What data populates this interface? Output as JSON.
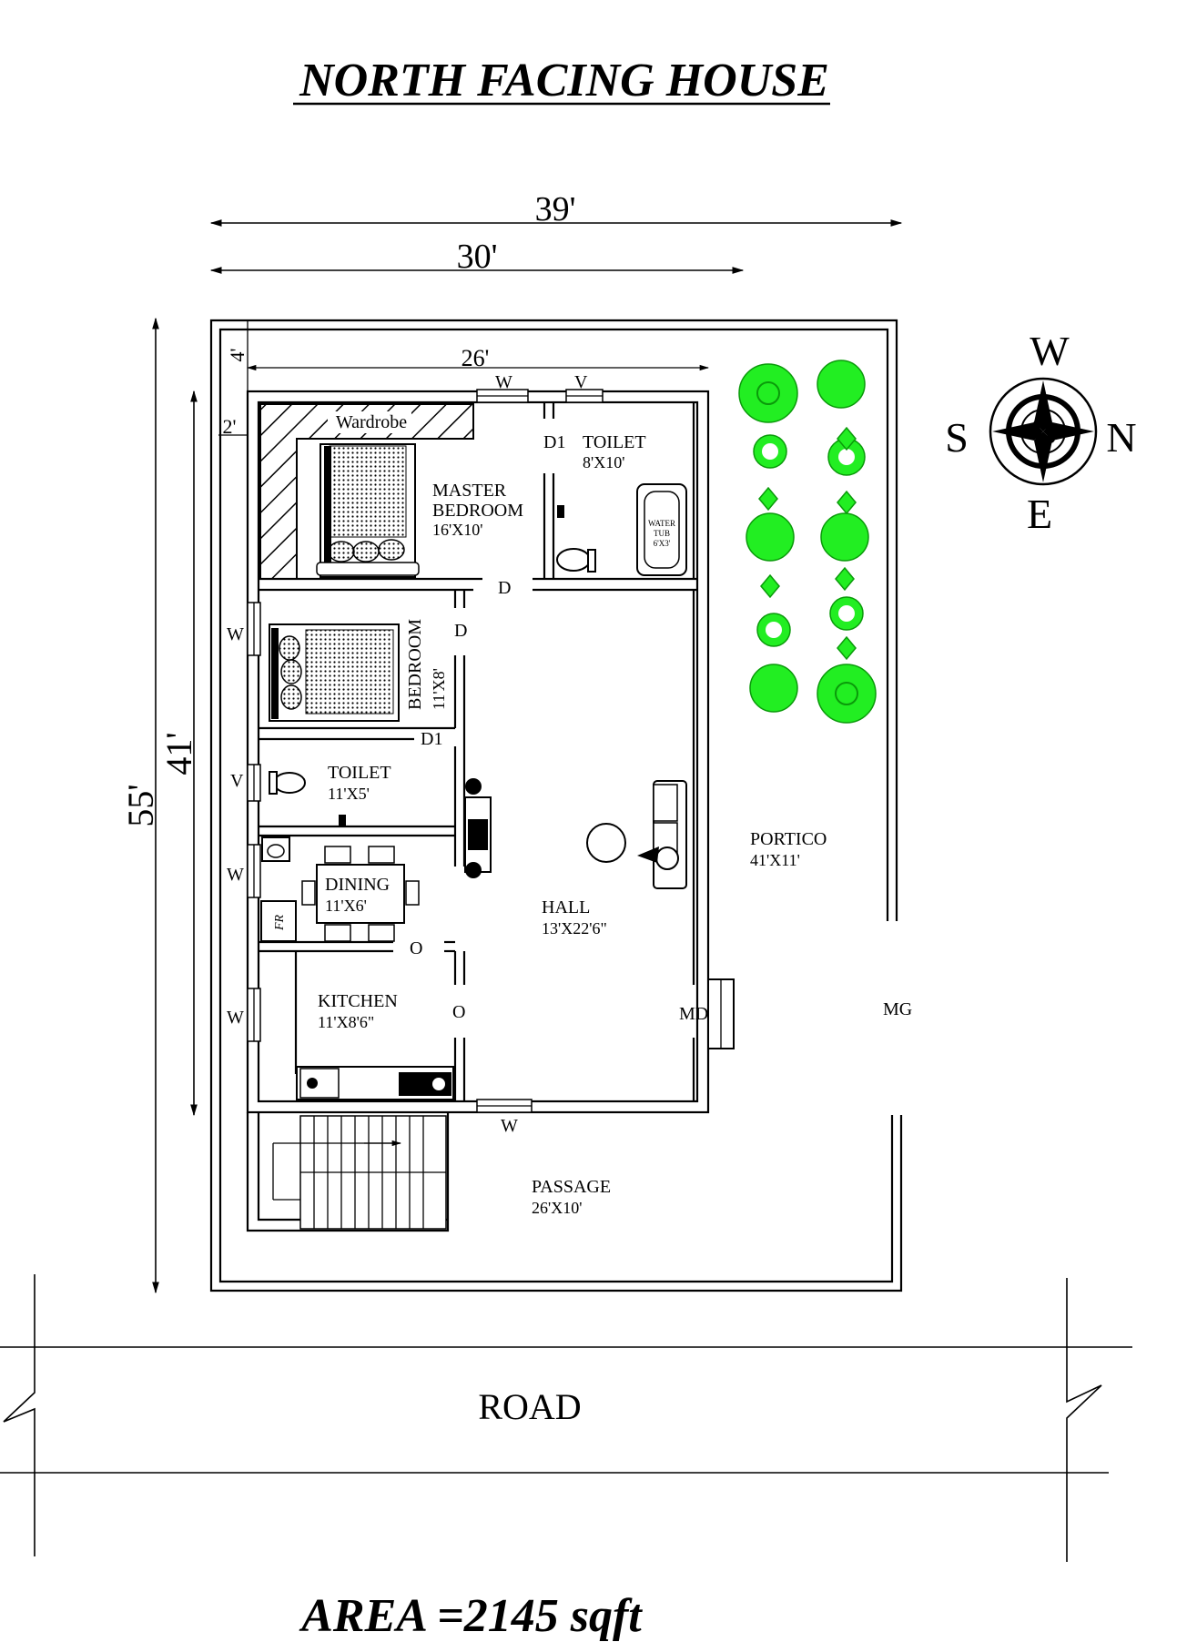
{
  "title": "NORTH FACING HOUSE",
  "area": "AREA =2145 sqft",
  "road": "ROAD",
  "dimensions": {
    "overall_width": "39'",
    "plot_width": "30'",
    "inner_width": "26'",
    "overall_depth": "55'",
    "inner_depth": "41'",
    "setback_top": "4'",
    "setback_side": "2'"
  },
  "compass": {
    "top": "W",
    "left": "S",
    "right": "N",
    "bottom": "E"
  },
  "rooms": {
    "master_bedroom": {
      "name1": "MASTER",
      "name2": "BEDROOM",
      "size": "16'X10'",
      "wardrobe": "Wardrobe"
    },
    "toilet_master": {
      "name": "TOILET",
      "size": "8'X10'",
      "door": "D1",
      "tub1": "WATER",
      "tub2": "TUB",
      "tub3": "6'X3'"
    },
    "bedroom": {
      "name": "BEDROOM",
      "size": "11'X8'",
      "door": "D1"
    },
    "toilet_small": {
      "name": "TOILET",
      "size": "11'X5'"
    },
    "dining": {
      "name": "DINING",
      "size": "11'X6'",
      "fridge": "FR"
    },
    "kitchen": {
      "name": "KITCHEN",
      "size": "11'X8'6\""
    },
    "hall": {
      "name": "HALL",
      "size": "13'X22'6\""
    },
    "portico": {
      "name": "PORTICO",
      "size": "41'X11'"
    },
    "passage": {
      "name": "PASSAGE",
      "size": "26'X10'"
    }
  },
  "openings": {
    "w_top": "W",
    "v_top": "V",
    "d_master": "D",
    "d_bedroom": "D",
    "w_bedroom": "W",
    "v_toilet": "V",
    "w_dining": "W",
    "o_dining": "O",
    "w_kitchen": "W",
    "o_kitchen": "O",
    "main_door": "MD",
    "main_gate": "MG",
    "w_bottom": "W"
  }
}
